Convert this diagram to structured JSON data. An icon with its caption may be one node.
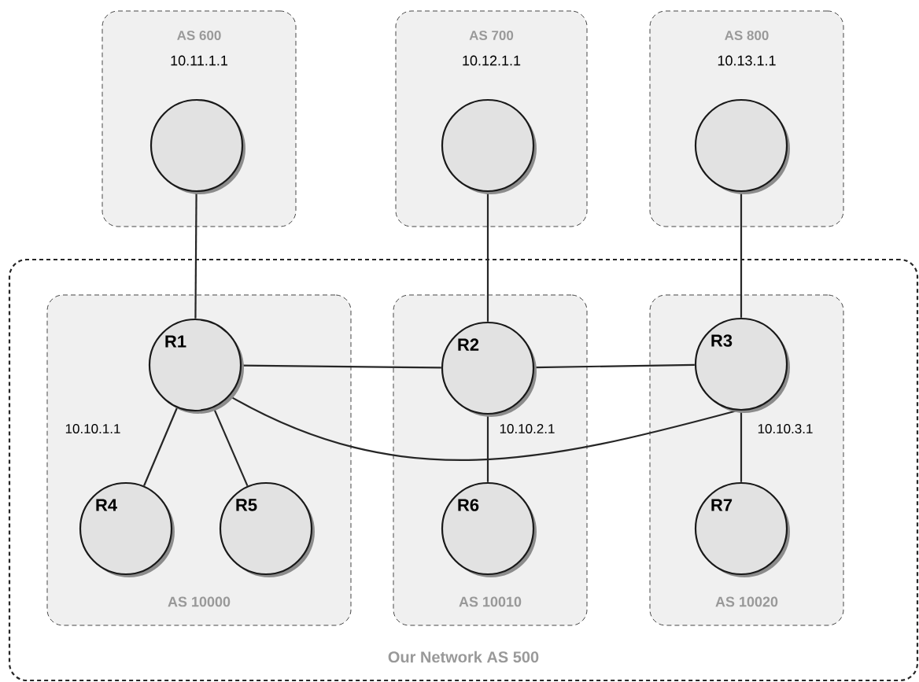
{
  "diagram": {
    "nodes": [
      {
        "text": [
          "AS 600",
          "10.11.1.1"
        ]
      },
      {
        "text": [],
        "shape": "circle",
        "in": 0
      },
      {
        "text": [
          "AS 700",
          "10.12.1.1"
        ]
      },
      {
        "text": [],
        "shape": "circle",
        "in": 2
      },
      {
        "text": [
          "AS 800",
          "10.13.1.1"
        ]
      },
      {
        "text": [],
        "shape": "circle",
        "in": 4
      },
      {
        "text": [
          "Our Network AS 500"
        ]
      },
      {
        "text": [
          "AS 10000"
        ],
        "in": 6
      },
      {
        "text": [
          "R1"
        ],
        "in": 7,
        "beside": [
          "10.10.1.1"
        ]
      },
      {
        "text": [
          "R4"
        ],
        "in": 7
      },
      {
        "text": [
          "R5"
        ],
        "in": 7
      },
      {
        "text": [
          "AS 10010"
        ],
        "in": 6
      },
      {
        "text": [
          "R2"
        ],
        "in": 11,
        "beside": [
          "10.10.2.1"
        ]
      },
      {
        "text": [
          "R6"
        ],
        "in": 11
      },
      {
        "text": [
          "AS 10020"
        ],
        "in": 6
      },
      {
        "text": [
          "R3"
        ],
        "in": 14,
        "beside": [
          "10.10.3.1"
        ]
      },
      {
        "text": [
          "R7"
        ],
        "in": 14
      }
    ],
    "edges": [
      {
        "from": 1,
        "to": 8,
        "arrow": "none"
      },
      {
        "from": 3,
        "to": 12,
        "arrow": "none"
      },
      {
        "from": 5,
        "to": 15,
        "arrow": "none"
      },
      {
        "from": 8,
        "to": 12,
        "arrow": "none"
      },
      {
        "from": 12,
        "to": 15,
        "arrow": "none"
      },
      {
        "from": 8,
        "to": 15,
        "arrow": "none"
      },
      {
        "from": 8,
        "to": 9,
        "arrow": "none"
      },
      {
        "from": 8,
        "to": 10,
        "arrow": "none"
      },
      {
        "from": 12,
        "to": 13,
        "arrow": "none"
      },
      {
        "from": 15,
        "to": 16,
        "arrow": "none"
      }
    ]
  }
}
